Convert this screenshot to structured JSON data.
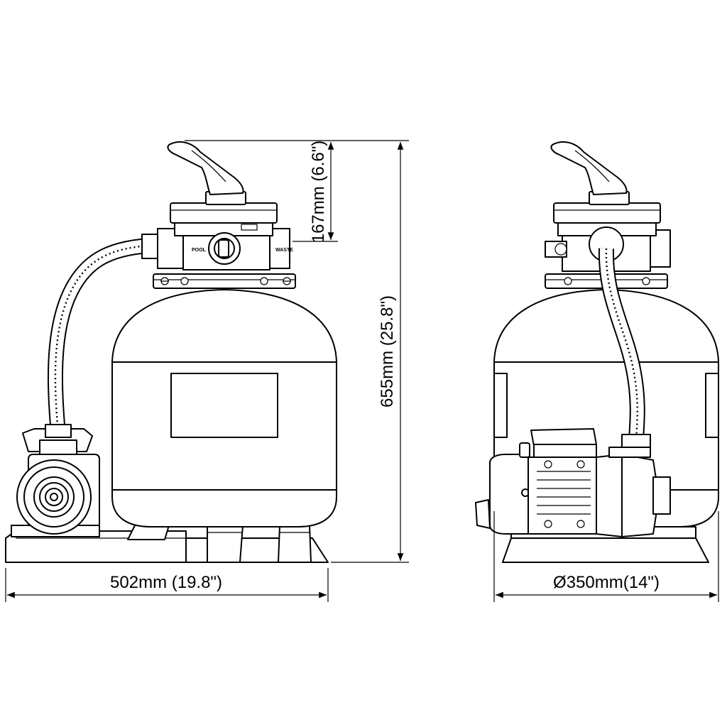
{
  "dimensions": {
    "width_front": "502mm (19.8\")",
    "height_total": "655mm (25.8\")",
    "valve_height": "167mm (6.6\")",
    "diameter": "Ø350mm(14\")"
  },
  "valve_port_labels": {
    "pool": "POOL",
    "waste": "WASTE"
  }
}
